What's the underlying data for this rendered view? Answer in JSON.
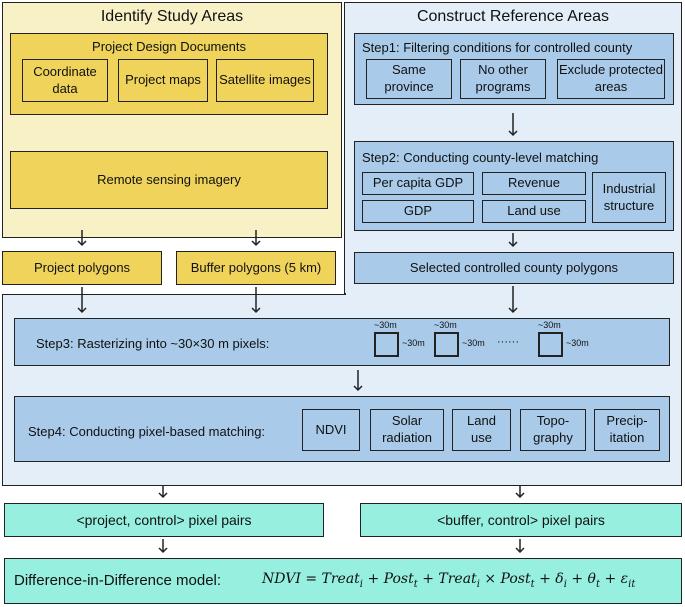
{
  "left_panel": {
    "title": "Identify Study Areas",
    "design_docs": {
      "title": "Project Design Documents",
      "items": [
        "Coordinate data",
        "Project maps",
        "Satellite images"
      ]
    },
    "remote_sensing": "Remote sensing imagery"
  },
  "right_panel": {
    "title": "Construct Reference Areas",
    "step1": {
      "title": "Step1: Filtering conditions for controlled county",
      "items": [
        "Same province",
        "No other programs",
        "Exclude protected areas"
      ]
    },
    "step2": {
      "title": "Step2: Conducting county-level matching",
      "items": [
        "Per capita GDP",
        "Revenue",
        "GDP",
        "Land use",
        "Industrial structure"
      ]
    },
    "selected": "Selected controlled county polygons"
  },
  "project_polygons": "Project polygons",
  "buffer_polygons": "Buffer polygons (5 km)",
  "step3": {
    "title": "Step3: Rasterizing into ~30×30 m pixels:",
    "pixel_label": "~30m",
    "ellipsis": "······"
  },
  "step4": {
    "title": "Step4: Conducting pixel-based matching:",
    "items": [
      "NDVI",
      "Solar radiation",
      "Land use",
      "Topo-graphy",
      "Precip-itation"
    ]
  },
  "pairs": {
    "project": "<project, control> pixel pairs",
    "buffer": "<buffer, control> pixel pairs"
  },
  "model": {
    "label": "Difference-in-Difference model:",
    "formula": "NDVI = Treat_i + Post_t + Treat_i × Post_t + δ_i + θ_t + ε_it"
  },
  "colors": {
    "gold": "#efd35b",
    "gold_light": "#f8f1c6",
    "blue": "#a9cbe9",
    "blue_light": "#e4eef8",
    "teal": "#97efe0"
  }
}
